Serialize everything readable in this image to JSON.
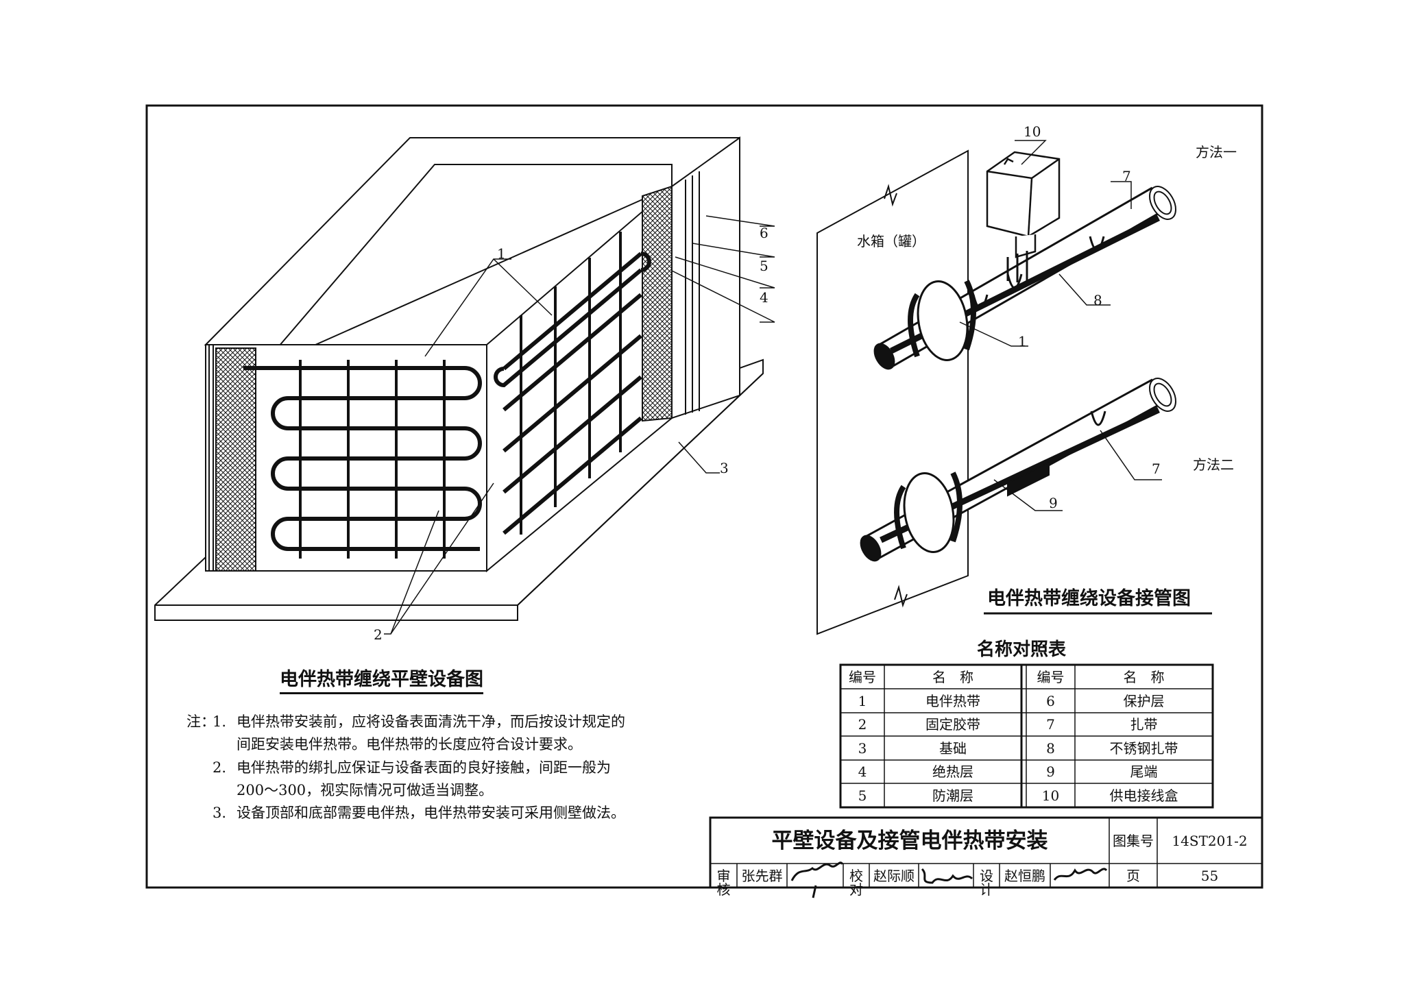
{
  "left_figure": {
    "title": "电伴热带缠绕平壁设备图",
    "callouts": [
      "1",
      "2",
      "3",
      "4",
      "5",
      "6"
    ]
  },
  "right_figure": {
    "title": "电伴热带缠绕设备接管图",
    "tank_label": "水箱（罐）",
    "method1": "方法一",
    "method2": "方法二",
    "callouts": [
      "10",
      "7",
      "8",
      "1",
      "7",
      "9"
    ]
  },
  "notes": {
    "prefix": "注：",
    "items": [
      {
        "no": "1.",
        "lines": [
          "电伴热带安装前，应将设备表面清洗干净，而后按设计规定的",
          "间距安装电伴热带。电伴热带的长度应符合设计要求。"
        ]
      },
      {
        "no": "2.",
        "lines": [
          "电伴热带的绑扎应保证与设备表面的良好接触，间距一般为",
          "200～300，视实际情况可做适当调整。"
        ]
      },
      {
        "no": "3.",
        "lines": [
          "设备顶部和底部需要电伴热，电伴热带安装可采用侧壁做法。"
        ]
      }
    ]
  },
  "legend_table": {
    "title": "名称对照表",
    "headers": [
      "编号",
      "名　称",
      "编号",
      "名　称"
    ],
    "rows": [
      [
        "1",
        "电伴热带",
        "6",
        "保护层"
      ],
      [
        "2",
        "固定胶带",
        "7",
        "扎带"
      ],
      [
        "3",
        "基础",
        "8",
        "不锈钢扎带"
      ],
      [
        "4",
        "绝热层",
        "9",
        "尾端"
      ],
      [
        "5",
        "防潮层",
        "10",
        "供电接线盒"
      ]
    ]
  },
  "title_block": {
    "title": "平壁设备及接管电伴热带安装",
    "atlas_label": "图集号",
    "atlas_no": "14ST201-2",
    "review_label": "审核",
    "reviewer": "张先群",
    "check_label": "校对",
    "checker": "赵际顺",
    "design_label": "设计",
    "designer": "赵恒鹏",
    "page_label": "页",
    "page_no": "55"
  }
}
